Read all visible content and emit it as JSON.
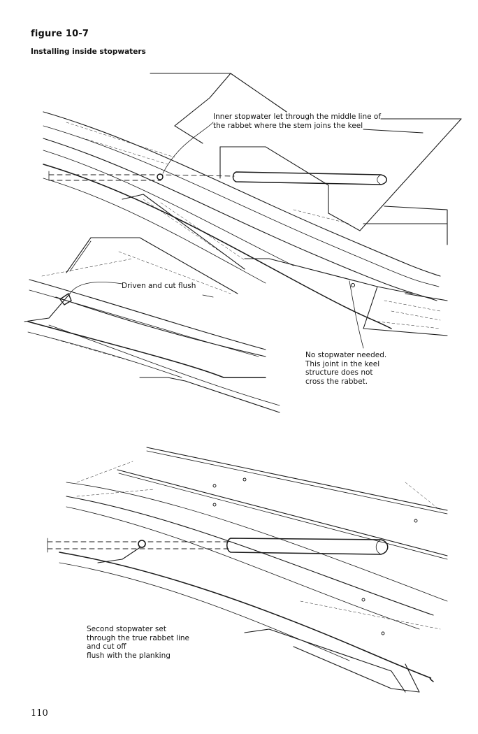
{
  "figure": {
    "number": "figure 10-7",
    "caption": "Installing inside stopwaters"
  },
  "callouts": {
    "inner_stopwater": "Inner stopwater let through the middle line of\nthe rabbet where the stem joins the keel",
    "driven_cut": "Driven and cut flush",
    "no_stopwater": "No stopwater needed.\nThis joint in the keel\nstructure does not\ncross the rabbet.",
    "second_stopwater": "Second stopwater set\nthrough the true rabbet line\nand cut off\nflush with the planking"
  },
  "page_number": "110"
}
